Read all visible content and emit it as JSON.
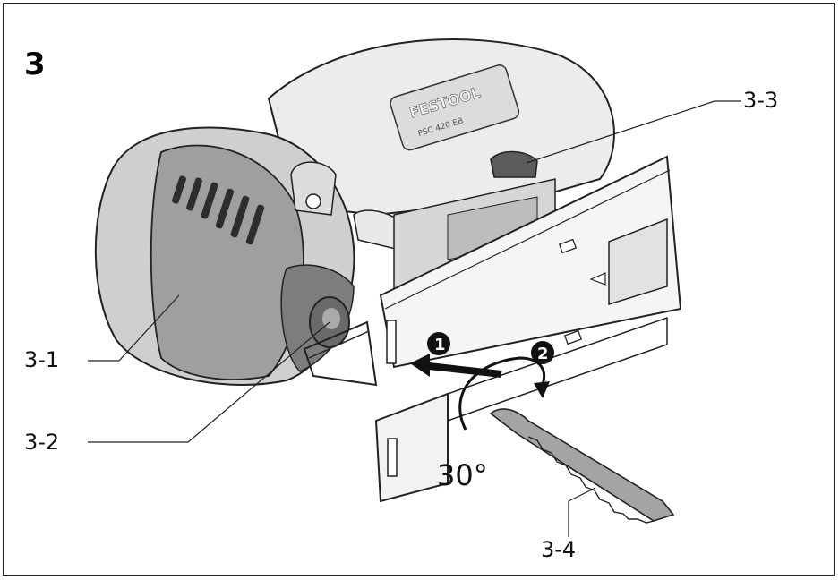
{
  "figure": {
    "number": "3",
    "brand": "FESTOOL",
    "model": "PSC 420 EB",
    "angle_label": "30°",
    "step_markers": [
      "1",
      "2"
    ],
    "callouts": [
      "3-1",
      "3-2",
      "3-3",
      "3-4"
    ]
  },
  "callout_lines": [
    {
      "id": "3-1",
      "label": "3-1"
    },
    {
      "id": "3-2",
      "label": "3-2"
    },
    {
      "id": "3-3",
      "label": "3-3"
    },
    {
      "id": "3-4",
      "label": "3-4"
    }
  ],
  "colors": {
    "outline": "#222222",
    "housing_light": "#e6e6e6",
    "housing_mid": "#c6c6c6",
    "housing_dark": "#9a9a9a",
    "grip_dark": "#7a7a7a",
    "blade": "#9c9c9c"
  }
}
